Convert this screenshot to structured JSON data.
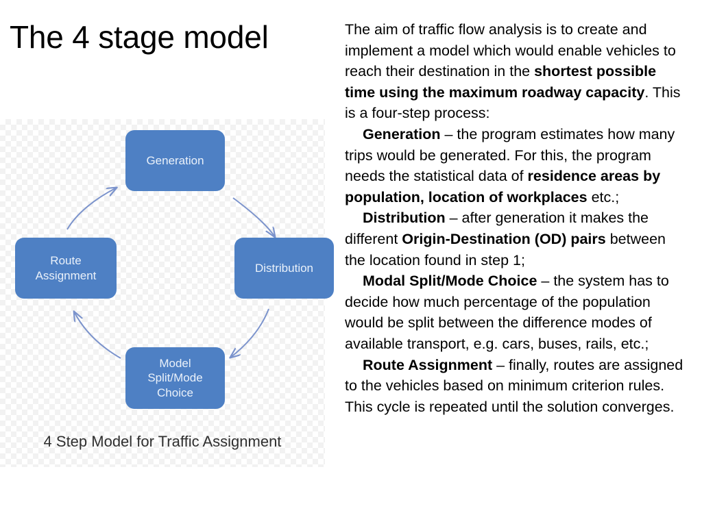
{
  "slide": {
    "title": "The 4 stage model"
  },
  "diagram": {
    "caption": "4 Step Model for Traffic Assignment",
    "accent_color": "#4E80C4",
    "arrow_color": "#7b93cc",
    "label_color": "#eaf1fa",
    "nodes": [
      {
        "id": "generation",
        "label": "Generation"
      },
      {
        "id": "distribution",
        "label": "Distribution"
      },
      {
        "id": "model-split-mode-choice",
        "label": "Model\nSplit/Mode\nChoice"
      },
      {
        "id": "route-assignment",
        "label": "Route\nAssignment"
      }
    ],
    "arrows": [
      {
        "from": "generation",
        "to": "distribution"
      },
      {
        "from": "distribution",
        "to": "model-split-mode-choice"
      },
      {
        "from": "model-split-mode-choice",
        "to": "route-assignment"
      },
      {
        "from": "route-assignment",
        "to": "generation"
      }
    ]
  },
  "body": {
    "p1": {
      "t1": "The aim of traffic flow analysis is to create and implement a model which would enable vehicles to reach their destination in the ",
      "b1": "shortest possible time using the maximum roadway capacity",
      "t2": ". This is a four-step process:"
    },
    "p2": {
      "b1": "Generation",
      "t1": " – the program estimates how many trips would be generated. For this, the program needs the statistical data of ",
      "b2": "residence areas by population, location of workplaces",
      "t2": " etc.;"
    },
    "p3": {
      "b1": "Distribution",
      "t1": " – after generation it makes the different ",
      "b2": "Origin-Destination (OD) pairs",
      "t2": " between the location found in step 1;"
    },
    "p4": {
      "b1": "Modal Split/Mode Choice",
      "t1": " – the system has to decide how much percentage of the population would be split between the difference modes of available transport, e.g. cars, buses, rails, etc.;"
    },
    "p5": {
      "b1": "Route Assignment",
      "t1": " – finally, routes are assigned to the vehicles based on minimum criterion rules."
    },
    "p6": {
      "t1": "This cycle is repeated until the solution converges."
    }
  }
}
